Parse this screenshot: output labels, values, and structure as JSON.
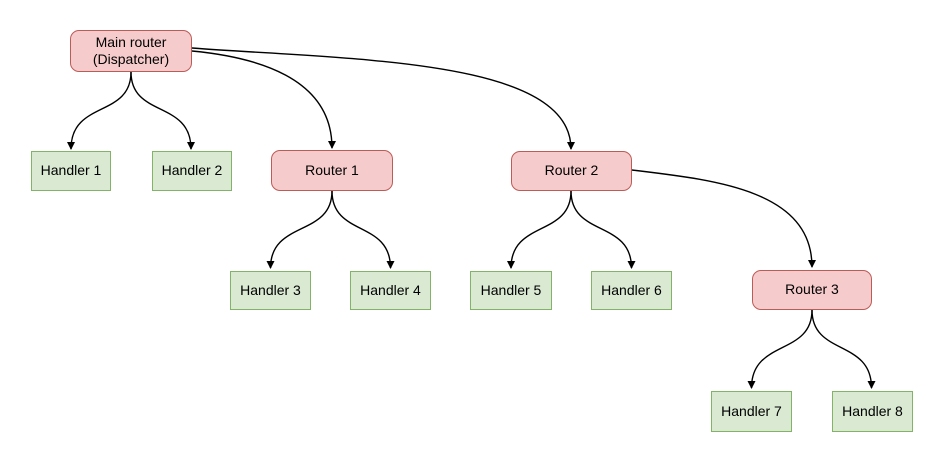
{
  "diagram": {
    "type": "tree",
    "background": "#ffffff",
    "colors": {
      "bg": "#ffffff",
      "edge": "#000000",
      "router_fill": "#f6cbcb",
      "router_stroke": "#bd5b57",
      "handler_fill": "#d9e9d2",
      "handler_stroke": "#82b366",
      "text": "#000000"
    },
    "nodes": {
      "main": {
        "label": "Main router (Dispatcher)",
        "kind": "router"
      },
      "handler1": {
        "label": "Handler 1",
        "kind": "handler"
      },
      "handler2": {
        "label": "Handler 2",
        "kind": "handler"
      },
      "router1": {
        "label": "Router 1",
        "kind": "router"
      },
      "router2": {
        "label": "Router 2",
        "kind": "router"
      },
      "handler3": {
        "label": "Handler 3",
        "kind": "handler"
      },
      "handler4": {
        "label": "Handler 4",
        "kind": "handler"
      },
      "handler5": {
        "label": "Handler 5",
        "kind": "handler"
      },
      "handler6": {
        "label": "Handler 6",
        "kind": "handler"
      },
      "router3": {
        "label": "Router 3",
        "kind": "router"
      },
      "handler7": {
        "label": "Handler 7",
        "kind": "handler"
      },
      "handler8": {
        "label": "Handler 8",
        "kind": "handler"
      }
    },
    "edges": [
      {
        "from": "main",
        "to": "handler1"
      },
      {
        "from": "main",
        "to": "handler2"
      },
      {
        "from": "main",
        "to": "router1"
      },
      {
        "from": "main",
        "to": "router2"
      },
      {
        "from": "router1",
        "to": "handler3"
      },
      {
        "from": "router1",
        "to": "handler4"
      },
      {
        "from": "router2",
        "to": "handler5"
      },
      {
        "from": "router2",
        "to": "handler6"
      },
      {
        "from": "router2",
        "to": "router3"
      },
      {
        "from": "router3",
        "to": "handler7"
      },
      {
        "from": "router3",
        "to": "handler8"
      }
    ]
  }
}
